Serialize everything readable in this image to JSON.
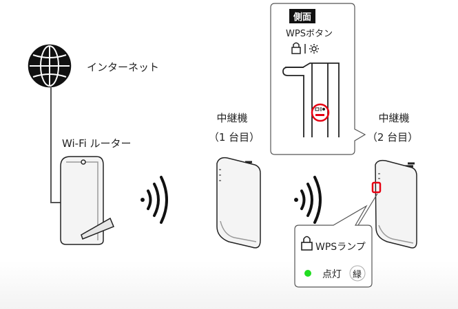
{
  "labels": {
    "internet": "インターネット",
    "router": "Wi-Fi ルーター",
    "repeater1_name": "中継機",
    "repeater1_order": "（1 台目）",
    "repeater2_name": "中継機",
    "repeater2_order": "（2 台目）"
  },
  "side_callout": {
    "tag": "側面",
    "button_label": "WPSボタン"
  },
  "lamp_callout": {
    "lamp_label": "WPSランプ",
    "state": "点灯",
    "color_label": "緑",
    "lamp_color": "#22dd22"
  },
  "colors": {
    "highlight": "#e60012"
  }
}
